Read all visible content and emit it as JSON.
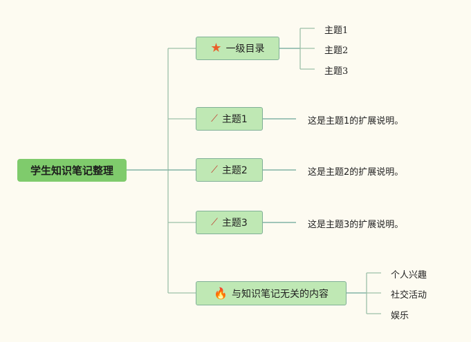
{
  "root": {
    "label": "学生知识笔记整理"
  },
  "branches": [
    {
      "label": "一级目录",
      "icon": "star-icon",
      "children": [
        "主题1",
        "主题2",
        "主题3"
      ]
    },
    {
      "label": "主题1",
      "icon": "magic-wand-icon",
      "note": "这是主题1的扩展说明。"
    },
    {
      "label": "主题2",
      "icon": "magic-wand-icon",
      "note": "这是主题2的扩展说明。"
    },
    {
      "label": "主题3",
      "icon": "magic-wand-icon",
      "note": "这是主题3的扩展说明。"
    },
    {
      "label": "与知识笔记无关的内容",
      "icon": "fire-icon",
      "children": [
        "个人兴趣",
        "社交活动",
        "娱乐"
      ]
    }
  ],
  "colors": {
    "root": "#7fcb6c",
    "node": "#bfe8b4",
    "line": "#9dbfa8",
    "trunk": "#6aa596",
    "background": "#fdfbf1"
  }
}
